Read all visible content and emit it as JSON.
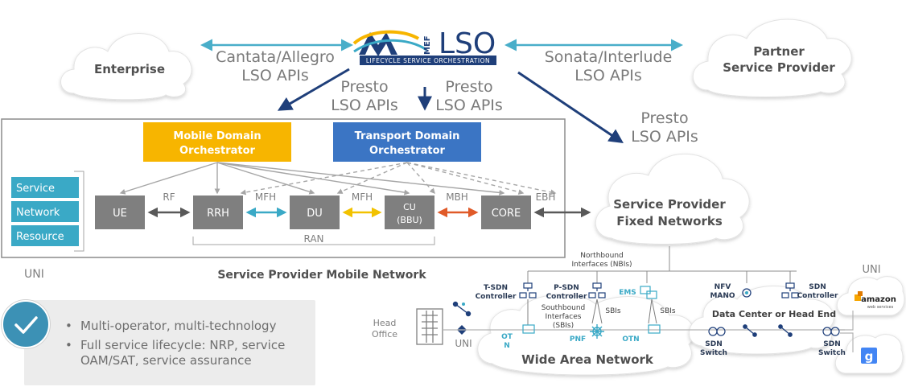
{
  "lso": {
    "mef": "MEF",
    "lso": "LSO",
    "tagline": "LIFECYCLE SERVICE ORCHESTRATION"
  },
  "clouds": {
    "enterprise": "Enterprise",
    "partner_line1": "Partner",
    "partner_line2": "Service Provider",
    "fixed_line1": "Service Provider",
    "fixed_line2": "Fixed  Networks",
    "wan": "Wide Area Network",
    "datacenter": "Data Center or Head End"
  },
  "apis": {
    "cantata_line1": "Cantata/Allegro",
    "cantata_line2": "LSO APIs",
    "sonata_line1": "Sonata/Interlude",
    "sonata_line2": "LSO APIs",
    "presto_left_line1": "Presto",
    "presto_left_line2": "LSO APIs",
    "presto_mid_line1": "Presto",
    "presto_mid_line2": "LSO APIs",
    "presto_right_line1": "Presto",
    "presto_right_line2": "LSO APIs"
  },
  "orchestrators": {
    "mobile_line1": "Mobile Domain",
    "mobile_line2": "Orchestrator",
    "transport_line1": "Transport Domain",
    "transport_line2": "Orchestrator"
  },
  "layers": [
    "Service",
    "Network",
    "Resource"
  ],
  "nodes": {
    "ue": "UE",
    "rrh": "RRH",
    "du": "DU",
    "cu_line1": "CU",
    "cu_line2": "(BBU)",
    "core": "CORE"
  },
  "links": {
    "rf": "RF",
    "mfh1": "MFH",
    "mfh2": "MFH",
    "mbh": "MBH",
    "ebh": "EBH",
    "ran": "RAN"
  },
  "labels": {
    "uni_left": "UNI",
    "uni_right": "UNI",
    "uni_wan": "UNI",
    "mobile_network": "Service Provider  Mobile  Network",
    "head_line1": "Head",
    "head_line2": "Office"
  },
  "wan": {
    "nbi_line1": "Northbound",
    "nbi_line2": "Interfaces (NBIs)",
    "tsdn_line1": "T-SDN",
    "tsdn_line2": "Controller",
    "psdn_line1": "P-SDN",
    "psdn_line2": "Controller",
    "ems": "EMS",
    "sbi_line1": "Southbound",
    "sbi_line2": "Interfaces",
    "sbi_line3": "(SBIs)",
    "sbis1": "SBIs",
    "sbis2": "SBIs",
    "otn_left_line1": "OT",
    "otn_left_line2": "N",
    "pnf": "PNF",
    "otn_right": "OTN",
    "nfv_line1": "NFV",
    "nfv_line2": "MANO",
    "sdnc_line1": "SDN",
    "sdnc_line2": "Controller",
    "sdnswitch1_line1": "SDN",
    "sdnswitch1_line2": "Switch",
    "sdnswitch2_line1": "SDN",
    "sdnswitch2_line2": "Switch",
    "amazon": "amazon",
    "amazon_sub": "web services",
    "google": "g"
  },
  "bullets": [
    "Multi-operator, multi-technology",
    "Full service lifecycle: NRP, service OAM/SAT, service assurance"
  ],
  "colors": {
    "mobile_orch": "#f7b500",
    "transport_orch": "#3b75c4",
    "layer": "#3aa9c6",
    "node": "#7f7f7f",
    "arrow_navy": "#1f3f7a",
    "arrow_teal": "#49aec9",
    "mfh_teal": "#3aa9c6",
    "mfh_yellow": "#f2c200",
    "mbh_orange": "#e05a28"
  }
}
